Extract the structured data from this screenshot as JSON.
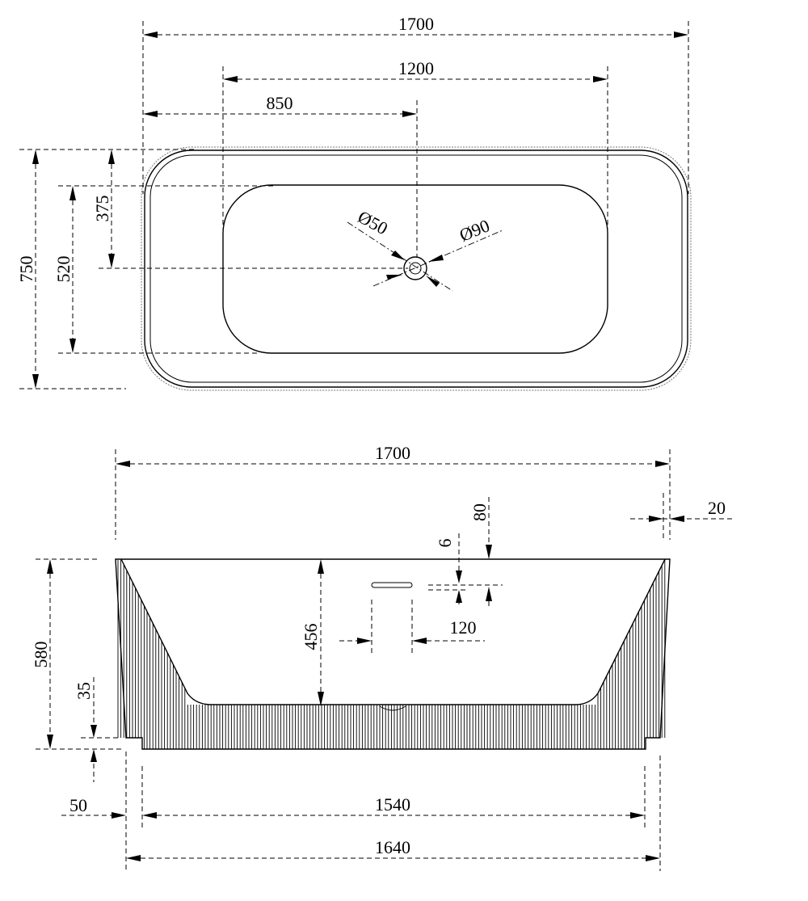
{
  "top_view": {
    "overall_length": "1700",
    "inner_length": "1200",
    "drain_offset_x": "850",
    "overall_width": "750",
    "inner_width": "520",
    "drain_offset_y": "375",
    "drain_diameter": "Ø50",
    "outer_ring_diameter": "Ø90"
  },
  "front_view": {
    "overall_length": "1700",
    "rim_thickness": "20",
    "overflow_offset": "80",
    "overflow_height": "6",
    "overflow_width": "120",
    "inner_depth": "456",
    "overall_height": "580",
    "base_recess": "35",
    "base_inset": "50",
    "inner_base_length": "1540",
    "base_length": "1640"
  }
}
